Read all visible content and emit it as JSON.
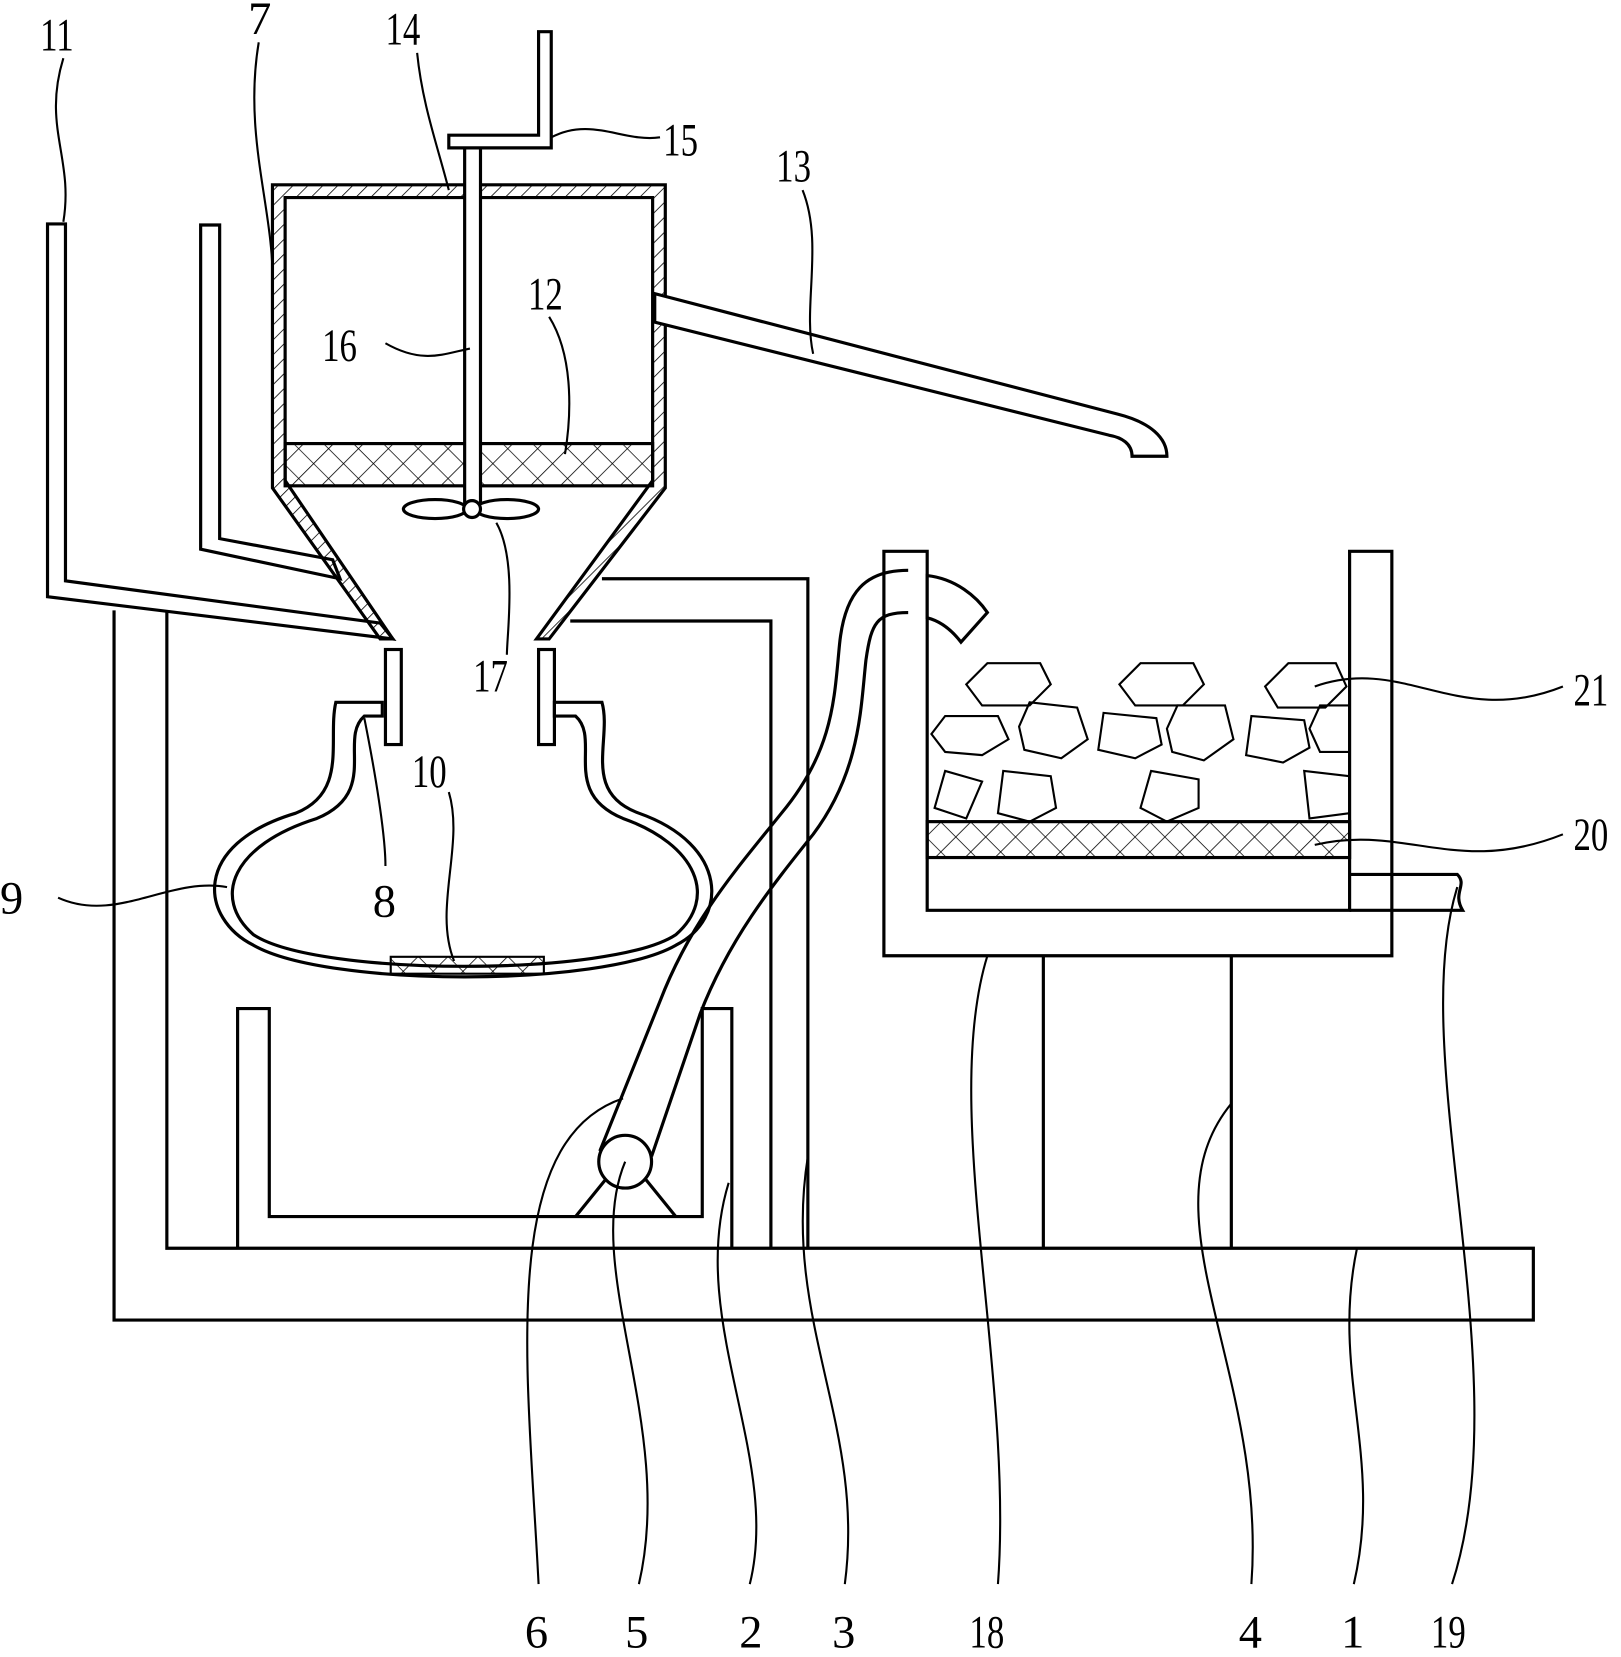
{
  "figure": {
    "type": "patent mechanical drawing",
    "line_color": "#000000",
    "background": "#ffffff",
    "labels": {
      "l11": "11",
      "l7": "7",
      "l14": "14",
      "l15": "15",
      "l13": "13",
      "l16": "16",
      "l12": "12",
      "l17": "17",
      "l10": "10",
      "l9": "9",
      "l8": "8",
      "l21": "21",
      "l20": "20",
      "l6": "6",
      "l5": "5",
      "l2": "2",
      "l3": "3",
      "l18": "18",
      "l4": "4",
      "l1": "1",
      "l19": "19"
    }
  }
}
